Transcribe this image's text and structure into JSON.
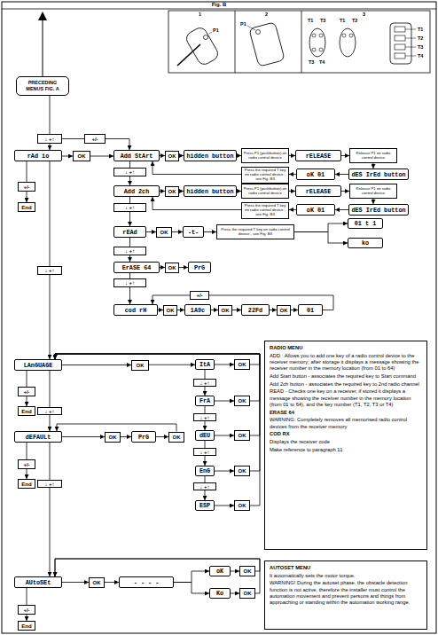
{
  "diagram": {
    "title": "Fig. B",
    "nodes": [
      {
        "text": [
          "PRECEDING MENUS FIG. A"
        ]
      },
      {
        "text": [
          "↓ +↑"
        ]
      },
      {
        "text": [
          "+/-"
        ]
      },
      {
        "text": [
          "rAd io"
        ]
      },
      {
        "text": [
          "+/-"
        ]
      },
      {
        "text": [
          "End"
        ]
      },
      {
        "text": [
          "OK"
        ]
      },
      {
        "text": [
          "Add StArt"
        ]
      },
      {
        "text": [
          "OK"
        ]
      },
      {
        "text": [
          "hidden button"
        ]
      },
      {
        "text": [
          "Press P1 (pushbutton) on radio control device"
        ]
      },
      {
        "text": [
          "rELEASE"
        ]
      },
      {
        "text": [
          "Release P1 on radio control device"
        ]
      },
      {
        "text": [
          "Press the required T key on radio control device - see Fig. B3"
        ]
      },
      {
        "text": [
          "oK 01"
        ]
      },
      {
        "text": [
          "dES IrEd button"
        ]
      },
      {
        "text": [
          "↓ +↑"
        ]
      },
      {
        "text": [
          "Add 2ch"
        ]
      },
      {
        "text": [
          "OK"
        ]
      },
      {
        "text": [
          "hidden button"
        ]
      },
      {
        "text": [
          "Press P1 (pushbutton) on radio control device"
        ]
      },
      {
        "text": [
          "rELEASE"
        ]
      },
      {
        "text": [
          "Release P1 on radio control device"
        ]
      },
      {
        "text": [
          "Press the required T key on radio control device - see Fig. B3"
        ]
      },
      {
        "text": [
          "oK 01"
        ]
      },
      {
        "text": [
          "dES IrEd button"
        ]
      },
      {
        "text": [
          "↓ +↑"
        ]
      },
      {
        "text": [
          "rEAd"
        ]
      },
      {
        "text": [
          "OK"
        ]
      },
      {
        "text": [
          "-t-"
        ]
      },
      {
        "text": [
          "Press the required T key on radio control device - see Fig. B3"
        ]
      },
      {
        "text": [
          "01 t 1"
        ]
      },
      {
        "text": [
          "ko"
        ]
      },
      {
        "text": [
          "↓ +↑"
        ]
      },
      {
        "text": [
          "ErASE 64"
        ]
      },
      {
        "text": [
          "OK"
        ]
      },
      {
        "text": [
          "PrG"
        ]
      },
      {
        "text": [
          "↓ +↑"
        ]
      },
      {
        "text": [
          "+/-"
        ]
      },
      {
        "text": [
          "cod rH"
        ]
      },
      {
        "text": [
          "OK"
        ]
      },
      {
        "text": [
          "1A9c"
        ]
      },
      {
        "text": [
          "OK"
        ]
      },
      {
        "text": [
          "22Fd"
        ]
      },
      {
        "text": [
          "OK"
        ]
      },
      {
        "text": [
          "01"
        ]
      },
      {
        "text": [
          "↓ +↑"
        ]
      },
      {
        "text": [
          "LAnGUAGE"
        ]
      },
      {
        "text": [
          "OK"
        ]
      },
      {
        "text": [
          "ItA"
        ]
      },
      {
        "text": [
          "OK"
        ]
      },
      {
        "text": [
          "↓ +↑"
        ]
      },
      {
        "text": [
          "FrA"
        ]
      },
      {
        "text": [
          "OK"
        ]
      },
      {
        "text": [
          "↓ +↑"
        ]
      },
      {
        "text": [
          "dEU"
        ]
      },
      {
        "text": [
          "OK"
        ]
      },
      {
        "text": [
          "↓ +↑"
        ]
      },
      {
        "text": [
          "EnG"
        ]
      },
      {
        "text": [
          "OK"
        ]
      },
      {
        "text": [
          "↓ +↑"
        ]
      },
      {
        "text": [
          "ESP"
        ]
      },
      {
        "text": [
          "OK"
        ]
      },
      {
        "text": [
          "+/-"
        ]
      },
      {
        "text": [
          "End"
        ]
      },
      {
        "text": [
          "↓ +↑"
        ]
      },
      {
        "text": [
          "dEFAULt"
        ]
      },
      {
        "text": [
          "OK"
        ]
      },
      {
        "text": [
          "PrG"
        ]
      },
      {
        "text": [
          "OK"
        ]
      },
      {
        "text": [
          "+/-"
        ]
      },
      {
        "text": [
          "End"
        ]
      },
      {
        "text": [
          "↓ +↑"
        ]
      },
      {
        "text": [
          "AUtoSEt"
        ]
      },
      {
        "text": [
          "OK"
        ]
      },
      {
        "text": [
          "- - - -"
        ]
      },
      {
        "text": [
          "oK"
        ]
      },
      {
        "text": [
          "OK"
        ]
      },
      {
        "text": [
          "Ko"
        ]
      },
      {
        "text": [
          "OK"
        ]
      },
      {
        "text": [
          "+/-"
        ]
      },
      {
        "text": [
          "End"
        ]
      },
      {
        "text": [
          "RADIO MENU",
          "ADD : Allows you to add one key of a radio control device to the receiver memory; after storage it displays a message showing the receiver number in the memory location (from 01 to 64)",
          "Add Start button - associates the required key to Start command",
          "Add 2ch button - associates the required key to 2nd radio channel",
          "READ - Checks one key on a receiver, if stored it displays a message showing the receiver number in the memory location (from 01 to 64), and the key number (T1, T2, T3 or T4)",
          "ERASE 64",
          "WARNING: Completely removes all memorised radio control devices from the receiver memory",
          "COD RX",
          "Displays the receiver code",
          "Make reference to paragraph 11"
        ]
      },
      {
        "text": [
          "AUTOSET MENU",
          "It automatically sets the motor torque.",
          "WARNING! During the autoset phase, the obstacle detection function is not active, therefore the installer must control the automation movement and prevent persons and things from approaching or standing within the automation working range."
        ]
      }
    ],
    "edges": [
      {
        "from": 0,
        "to": 1,
        "arrow": "none"
      },
      {
        "from": 1,
        "to": 2,
        "arrow": "none"
      },
      {
        "from": 2,
        "to": 7,
        "arrow": "to"
      },
      {
        "from": 1,
        "to": 3,
        "arrow": "to"
      },
      {
        "from": 3,
        "to": 4,
        "arrow": "none"
      },
      {
        "from": 4,
        "to": 5,
        "arrow": "to"
      },
      {
        "from": 3,
        "to": 6,
        "arrow": "to"
      },
      {
        "from": 6,
        "to": 7,
        "arrow": "to"
      },
      {
        "from": 7,
        "to": 8,
        "arrow": "to"
      },
      {
        "from": 8,
        "to": 9,
        "arrow": "to"
      },
      {
        "from": 9,
        "to": 10,
        "arrow": "to"
      },
      {
        "from": 10,
        "to": 11,
        "arrow": "to"
      },
      {
        "from": 11,
        "to": 12,
        "arrow": "to"
      },
      {
        "from": 12,
        "to": 15,
        "arrow": "to"
      },
      {
        "from": 15,
        "to": 14,
        "arrow": "to"
      },
      {
        "from": 14,
        "to": 13,
        "arrow": "to"
      },
      {
        "from": 13,
        "to": 7,
        "arrow": "to"
      },
      {
        "from": 7,
        "to": 16,
        "arrow": "none"
      },
      {
        "from": 16,
        "to": 17,
        "arrow": "to"
      },
      {
        "from": 17,
        "to": 18,
        "arrow": "to"
      },
      {
        "from": 18,
        "to": 19,
        "arrow": "to"
      },
      {
        "from": 19,
        "to": 20,
        "arrow": "to"
      },
      {
        "from": 20,
        "to": 21,
        "arrow": "to"
      },
      {
        "from": 21,
        "to": 22,
        "arrow": "to"
      },
      {
        "from": 22,
        "to": 25,
        "arrow": "to"
      },
      {
        "from": 25,
        "to": 24,
        "arrow": "to"
      },
      {
        "from": 24,
        "to": 23,
        "arrow": "to"
      },
      {
        "from": 23,
        "to": 17,
        "arrow": "to"
      },
      {
        "from": 17,
        "to": 26,
        "arrow": "none"
      },
      {
        "from": 26,
        "to": 27,
        "arrow": "to"
      },
      {
        "from": 27,
        "to": 28,
        "arrow": "to"
      },
      {
        "from": 28,
        "to": 29,
        "arrow": "to"
      },
      {
        "from": 29,
        "to": 30,
        "arrow": "to"
      },
      {
        "from": 30,
        "to": 31,
        "arrow": "to"
      },
      {
        "from": 30,
        "to": 32,
        "arrow": "to"
      },
      {
        "from": 27,
        "to": 33,
        "arrow": "none"
      },
      {
        "from": 33,
        "to": 34,
        "arrow": "to"
      },
      {
        "from": 34,
        "to": 35,
        "arrow": "to"
      },
      {
        "from": 35,
        "to": 36,
        "arrow": "to"
      },
      {
        "from": 34,
        "to": 37,
        "arrow": "none"
      },
      {
        "from": 37,
        "to": 39,
        "arrow": "to"
      },
      {
        "from": 39,
        "to": 40,
        "arrow": "to"
      },
      {
        "from": 40,
        "to": 41,
        "arrow": "to"
      },
      {
        "from": 41,
        "to": 42,
        "arrow": "to"
      },
      {
        "from": 42,
        "to": 43,
        "arrow": "to"
      },
      {
        "from": 43,
        "to": 44,
        "arrow": "to"
      },
      {
        "from": 44,
        "to": 45,
        "arrow": "to"
      },
      {
        "from": 45,
        "to": 38,
        "arrow": "none"
      },
      {
        "from": 38,
        "to": 39,
        "arrow": "to"
      },
      {
        "from": 3,
        "to": 46,
        "arrow": "none"
      },
      {
        "from": 46,
        "to": 47,
        "arrow": "to"
      },
      {
        "from": 47,
        "to": 48,
        "arrow": "to"
      },
      {
        "from": 48,
        "to": 49,
        "arrow": "to"
      },
      {
        "from": 49,
        "to": 50,
        "arrow": "to"
      },
      {
        "from": 49,
        "to": 51,
        "arrow": "none"
      },
      {
        "from": 51,
        "to": 52,
        "arrow": "to"
      },
      {
        "from": 52,
        "to": 53,
        "arrow": "to"
      },
      {
        "from": 52,
        "to": 54,
        "arrow": "none"
      },
      {
        "from": 54,
        "to": 55,
        "arrow": "to"
      },
      {
        "from": 55,
        "to": 56,
        "arrow": "to"
      },
      {
        "from": 55,
        "to": 57,
        "arrow": "none"
      },
      {
        "from": 57,
        "to": 58,
        "arrow": "to"
      },
      {
        "from": 58,
        "to": 59,
        "arrow": "to"
      },
      {
        "from": 58,
        "to": 60,
        "arrow": "none"
      },
      {
        "from": 60,
        "to": 61,
        "arrow": "to"
      },
      {
        "from": 61,
        "to": 62,
        "arrow": "to"
      },
      {
        "from": 50,
        "to": 47,
        "arrow": "to"
      },
      {
        "from": 53,
        "to": 47,
        "arrow": "to"
      },
      {
        "from": 56,
        "to": 47,
        "arrow": "to"
      },
      {
        "from": 59,
        "to": 47,
        "arrow": "to"
      },
      {
        "from": 62,
        "to": 47,
        "arrow": "to"
      },
      {
        "from": 47,
        "to": 63,
        "arrow": "none"
      },
      {
        "from": 63,
        "to": 64,
        "arrow": "to"
      },
      {
        "from": 47,
        "to": 65,
        "arrow": "none"
      },
      {
        "from": 65,
        "to": 66,
        "arrow": "to"
      },
      {
        "from": 66,
        "to": 67,
        "arrow": "to"
      },
      {
        "from": 67,
        "to": 68,
        "arrow": "to"
      },
      {
        "from": 68,
        "to": 69,
        "arrow": "to"
      },
      {
        "from": 69,
        "to": 66,
        "arrow": "to"
      },
      {
        "from": 66,
        "to": 70,
        "arrow": "none"
      },
      {
        "from": 70,
        "to": 71,
        "arrow": "to"
      },
      {
        "from": 66,
        "to": 72,
        "arrow": "none"
      },
      {
        "from": 72,
        "to": 73,
        "arrow": "to"
      },
      {
        "from": 73,
        "to": 74,
        "arrow": "to"
      },
      {
        "from": 74,
        "to": 75,
        "arrow": "to"
      },
      {
        "from": 75,
        "to": 76,
        "arrow": "to"
      },
      {
        "from": 75,
        "to": 78,
        "arrow": "to"
      },
      {
        "from": 76,
        "to": 77,
        "arrow": "to"
      },
      {
        "from": 78,
        "to": 79,
        "arrow": "to"
      },
      {
        "from": 77,
        "to": 73,
        "arrow": "to"
      },
      {
        "from": 79,
        "to": 73,
        "arrow": "to"
      },
      {
        "from": 73,
        "to": 80,
        "arrow": "none"
      },
      {
        "from": 80,
        "to": 81,
        "arrow": "to"
      }
    ],
    "labels": [
      "1",
      "P1",
      "2",
      "P1",
      "3",
      "T1",
      "T3",
      "T1",
      "T2",
      "T3",
      "T4",
      "T1",
      "T2",
      "T3",
      "T4"
    ]
  }
}
